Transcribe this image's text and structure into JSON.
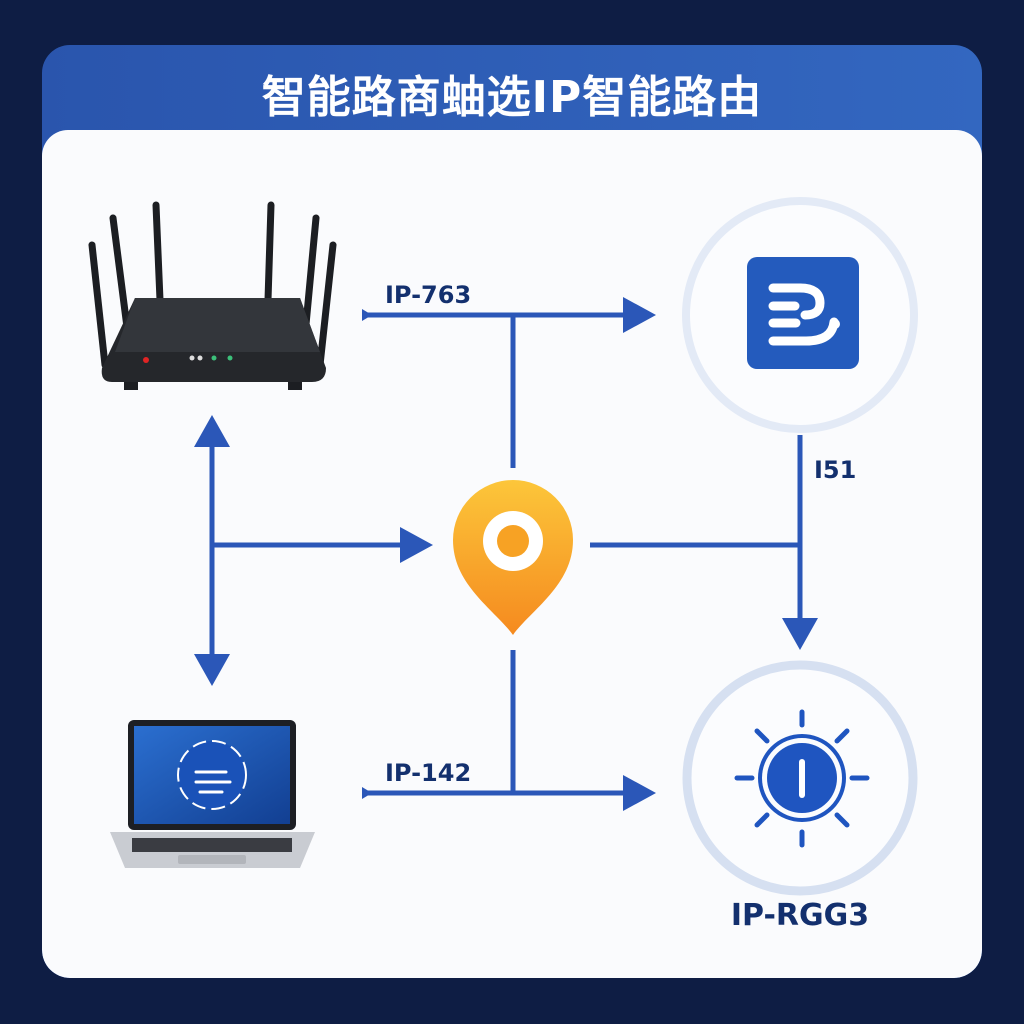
{
  "title": "智能路商蚰选IP智能路由",
  "labels": {
    "top_link": "IP-763",
    "right_link": "I51",
    "bottom_link": "IP-142",
    "target_node": "IP-RGG3"
  },
  "colors": {
    "background": "#0e1d44",
    "header": "#2a55ad",
    "line": "#2b57b8",
    "pin": "#f8a92a",
    "label": "#13306e"
  }
}
